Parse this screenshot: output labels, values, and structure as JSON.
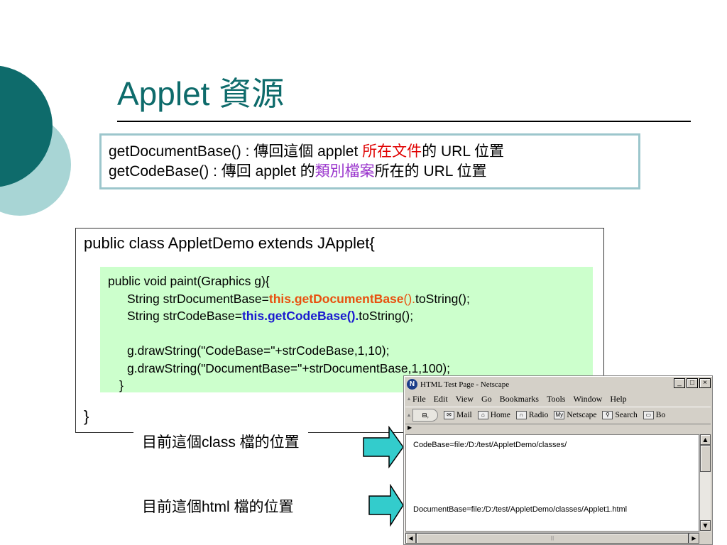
{
  "slide": {
    "title": "Applet 資源"
  },
  "info": {
    "line1_a": "getDocumentBase() : 傳回這個 applet ",
    "line1_hl": "所在文件",
    "line1_b": "的 URL 位置",
    "line2_a": "getCodeBase() : 傳回 applet 的",
    "line2_hl": "類別檔案",
    "line2_b": "所在的 URL 位置"
  },
  "code": {
    "class_decl": "public class AppletDemo extends JApplet{",
    "paint_decl": "public void paint(Graphics g){",
    "line_doc_pre": "String strDocumentBase=",
    "line_doc_hl": "this.getDocumentBase",
    "line_doc_paren": "().",
    "line_doc_post": "toString();",
    "line_code_pre": "String strCodeBase=",
    "line_code_hl": "this.getCodeBase().",
    "line_code_post": "toString();",
    "draw1": "g.drawString(\"CodeBase=\"+strCodeBase,1,10);",
    "draw2": "g.drawString(\"DocumentBase=\"+strDocumentBase,1,100);",
    "inner_close": "}",
    "outer_close": "}"
  },
  "notes": {
    "class_loc": "目前這個class 檔的位置",
    "html_loc": "目前這個html 檔的位置"
  },
  "browser": {
    "window_title": "HTML Test Page - Netscape",
    "menu": [
      "File",
      "Edit",
      "View",
      "Go",
      "Bookmarks",
      "Tools",
      "Window",
      "Help"
    ],
    "toolbar": {
      "mail": "Mail",
      "home": "Home",
      "radio": "Radio",
      "netscape": "Netscape",
      "search": "Search",
      "bookmarks_cut": "Bo"
    },
    "codebase_text": "CodeBase=file:/D:/test/AppletDemo/classes/",
    "documentbase_text": "DocumentBase=file:/D:/test/AppletDemo/classes/Applet1.html"
  },
  "colors": {
    "title": "#0e6b6b",
    "deco_dark": "#0e6b6b",
    "deco_light": "#a8d5d5",
    "info_border": "#9cc6cc",
    "code_bg": "#ccffcc",
    "highlight_red": "#e00000",
    "highlight_purple": "#9933cc",
    "code_orange": "#e8500f",
    "code_blue": "#1a1ad0",
    "arrow_fill": "#33cccc"
  }
}
